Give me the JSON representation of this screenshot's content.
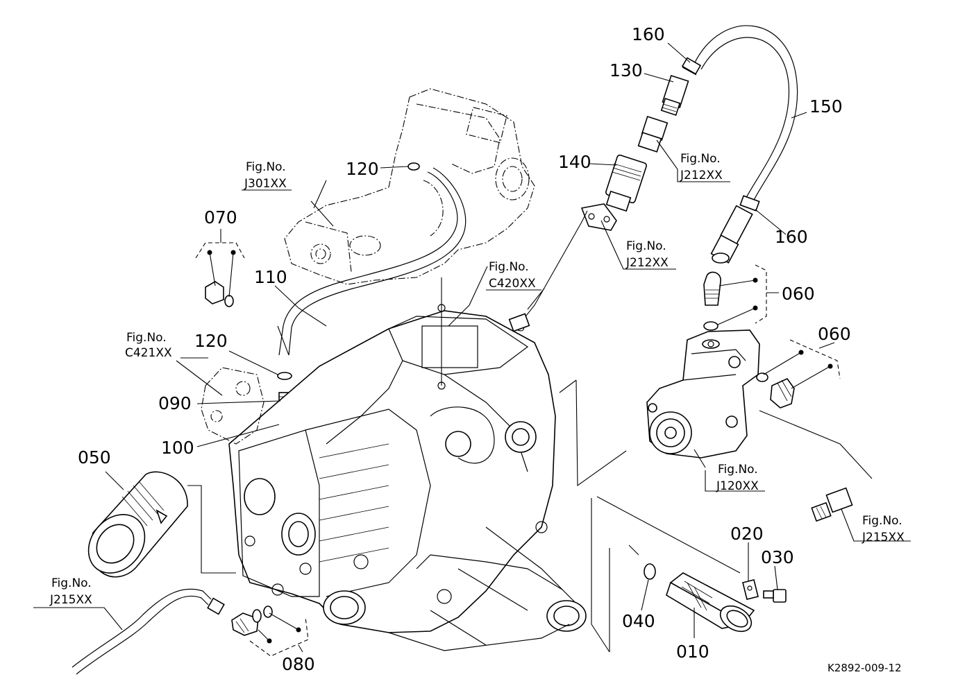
{
  "diagram": {
    "drawing_code": "K2892-009-12",
    "part_labels": [
      {
        "id": "l160a",
        "text": "160"
      },
      {
        "id": "l130",
        "text": "130"
      },
      {
        "id": "l150",
        "text": "150"
      },
      {
        "id": "l140",
        "text": "140"
      },
      {
        "id": "l160b",
        "text": "160"
      },
      {
        "id": "l060a",
        "text": "060"
      },
      {
        "id": "l060b",
        "text": "060"
      },
      {
        "id": "l120a",
        "text": "120"
      },
      {
        "id": "l070",
        "text": "070"
      },
      {
        "id": "l110",
        "text": "110"
      },
      {
        "id": "l120b",
        "text": "120"
      },
      {
        "id": "l090",
        "text": "090"
      },
      {
        "id": "l100",
        "text": "100"
      },
      {
        "id": "l050",
        "text": "050"
      },
      {
        "id": "l080",
        "text": "080"
      },
      {
        "id": "l020",
        "text": "020"
      },
      {
        "id": "l030",
        "text": "030"
      },
      {
        "id": "l040",
        "text": "040"
      },
      {
        "id": "l010",
        "text": "010"
      }
    ],
    "fig_refs": [
      {
        "id": "fJ212a",
        "label": "Fig.No.",
        "code": "J212XX"
      },
      {
        "id": "fJ212b",
        "label": "Fig.No.",
        "code": "J212XX"
      },
      {
        "id": "fJ301",
        "label": "Fig.No.",
        "code": "J301XX"
      },
      {
        "id": "fC420",
        "label": "Fig.No.",
        "code": "C420XX"
      },
      {
        "id": "fC421",
        "label": "Fig.No.",
        "code": "C421XX"
      },
      {
        "id": "fJ120",
        "label": "Fig.No.",
        "code": "J120XX"
      },
      {
        "id": "fJ215a",
        "label": "Fig.No.",
        "code": "J215XX"
      },
      {
        "id": "fJ215b",
        "label": "Fig.No.",
        "code": "J215XX"
      }
    ]
  }
}
